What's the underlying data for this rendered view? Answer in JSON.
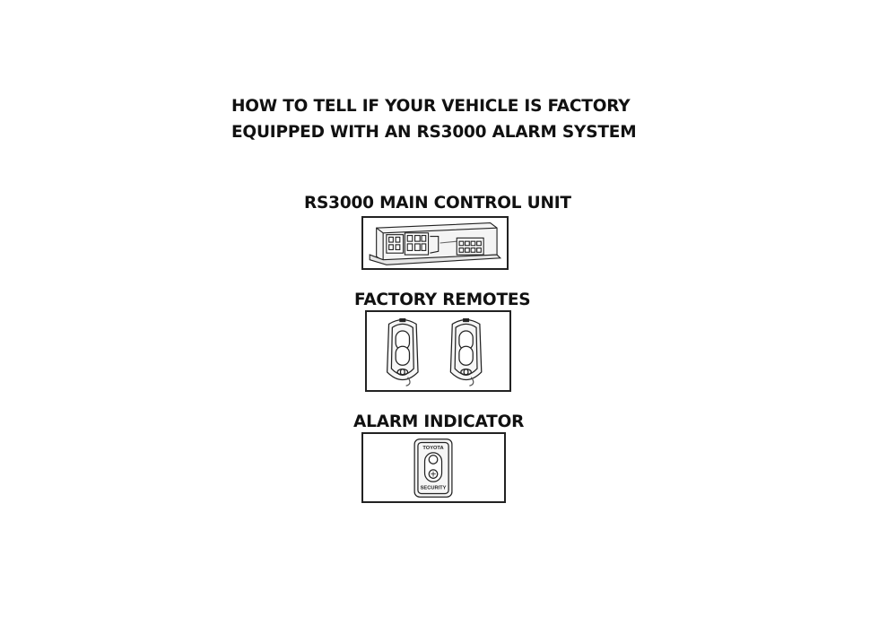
{
  "title": {
    "line1": "HOW TO TELL IF YOUR VEHICLE IS FACTORY",
    "line2": "EQUIPPED WITH AN RS3000 ALARM SYSTEM"
  },
  "sections": [
    {
      "label": "RS3000 MAIN CONTROL UNIT"
    },
    {
      "label": "FACTORY REMOTES"
    },
    {
      "label": "ALARM INDICATOR",
      "badge_top": "TOYOTA",
      "badge_bottom": "SECURITY"
    }
  ]
}
